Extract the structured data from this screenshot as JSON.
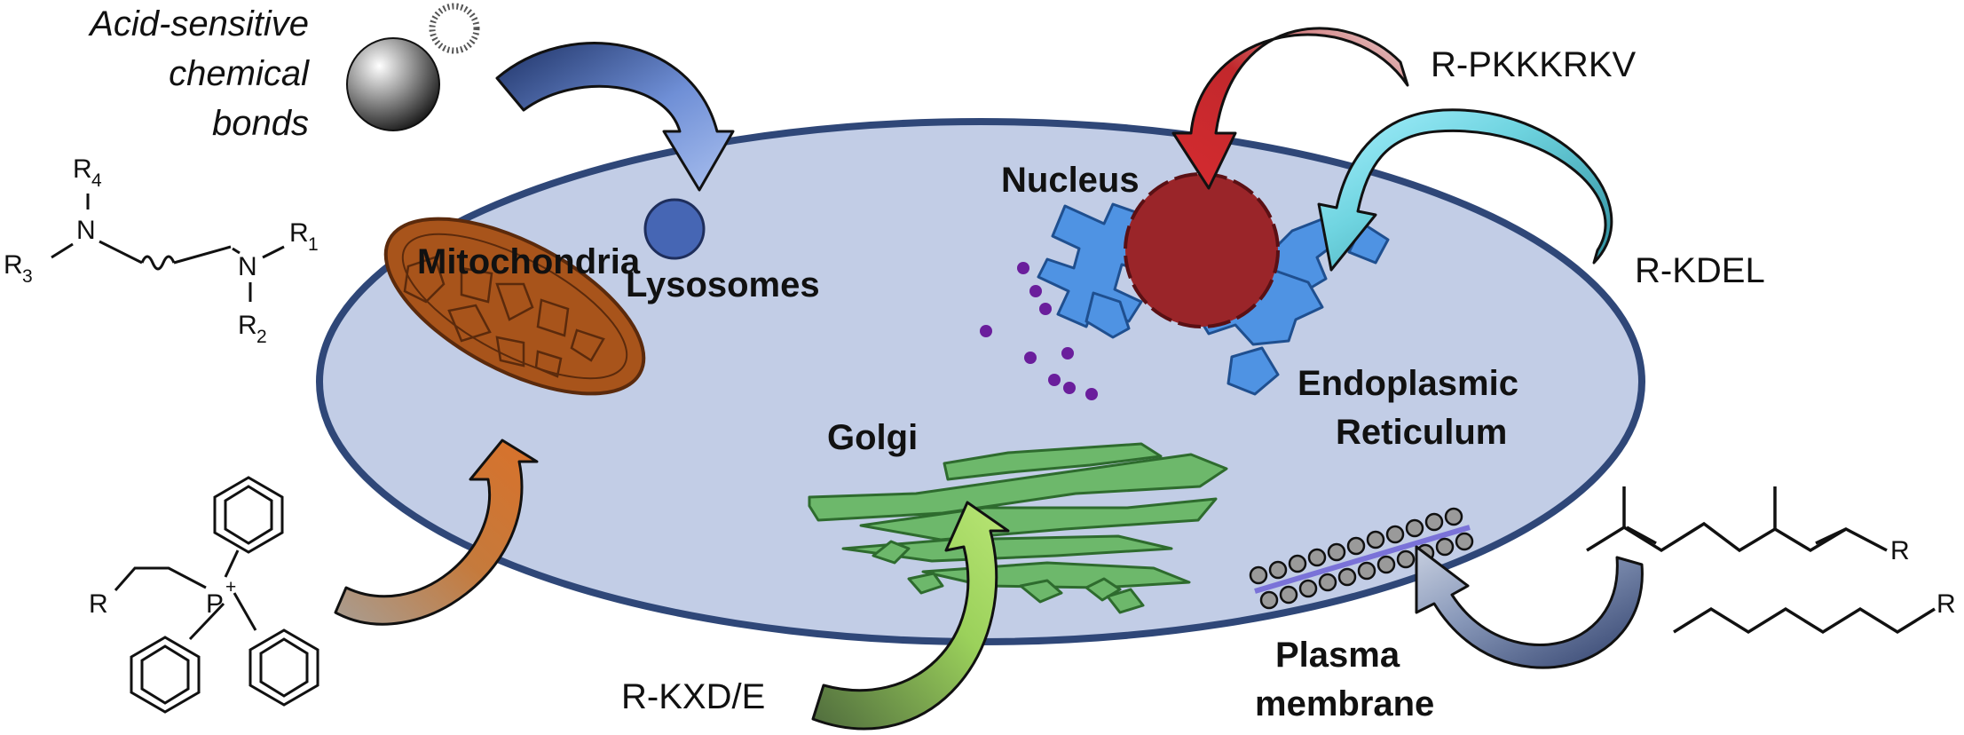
{
  "organelles": {
    "lysosomes": "Lysosomes",
    "nucleus": "Nucleus",
    "mitochondria": "Mitochondria",
    "golgi": "Golgi",
    "er_line1": "Endoplasmic",
    "er_line2": "Reticulum",
    "pm_line1": "Plasma",
    "pm_line2": "membrane"
  },
  "targeting_signals": {
    "nuclear": "R-PKKKRKV",
    "er": "R-KDEL",
    "golgi": "R-KXD/E"
  },
  "lysosome_group": {
    "line1": "Acid-sensitive",
    "line2": "chemical",
    "line3": "bonds"
  },
  "chemistry": {
    "amine": {
      "N": "N",
      "R": "R",
      "sub1": "1",
      "sub2": "2",
      "sub3": "3",
      "sub4": "4"
    },
    "phosphonium": {
      "R": "R",
      "P": "P",
      "charge": "+"
    },
    "lipids": {
      "R": "R"
    }
  },
  "colors": {
    "cell_fill": "#c2cde6",
    "cell_border": "#2f4778",
    "nucleus": "#9a2529",
    "er": "#4f93e3",
    "golgi": "#6db86b",
    "mitochondria": "#b1561c",
    "lysosome": "#4666b4",
    "ribosome": "#6a1e9c"
  }
}
